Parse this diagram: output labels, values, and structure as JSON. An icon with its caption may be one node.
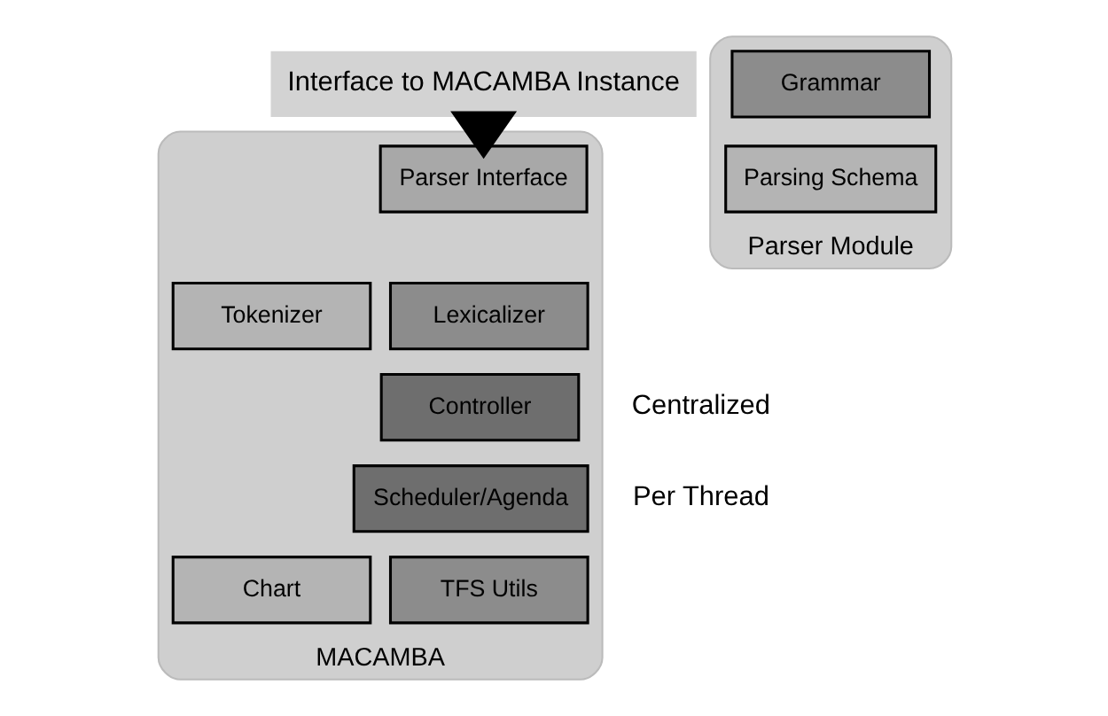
{
  "diagram": {
    "nodes": [
      {
        "text": [
          "MACAMBA"
        ]
      },
      {
        "text": [
          "Parser Interface"
        ],
        "in": 0
      },
      {
        "text": [
          "Lexicalizer"
        ],
        "in": 0
      },
      {
        "text": [
          "Tokenizer"
        ],
        "in": 0
      },
      {
        "text": [
          "Controller"
        ],
        "in": 0
      },
      {
        "text": [
          "Scheduler/Agenda"
        ],
        "in": 0
      },
      {
        "text": [
          "TFS Utils"
        ],
        "in": 0
      },
      {
        "text": [
          "Chart"
        ],
        "in": 0
      },
      {
        "text": [
          "Parser Module"
        ]
      },
      {
        "text": [
          "Grammar"
        ],
        "in": 8
      },
      {
        "text": [
          "Parsing Schema"
        ],
        "in": 8
      },
      {
        "text": [
          "Interface to MACAMBA Instance"
        ]
      }
    ],
    "edges": [
      {
        "from": 11,
        "to": 1,
        "arrow": "to",
        "style": "thick"
      }
    ],
    "labels": [
      "Centralized",
      "Per Thread"
    ]
  }
}
